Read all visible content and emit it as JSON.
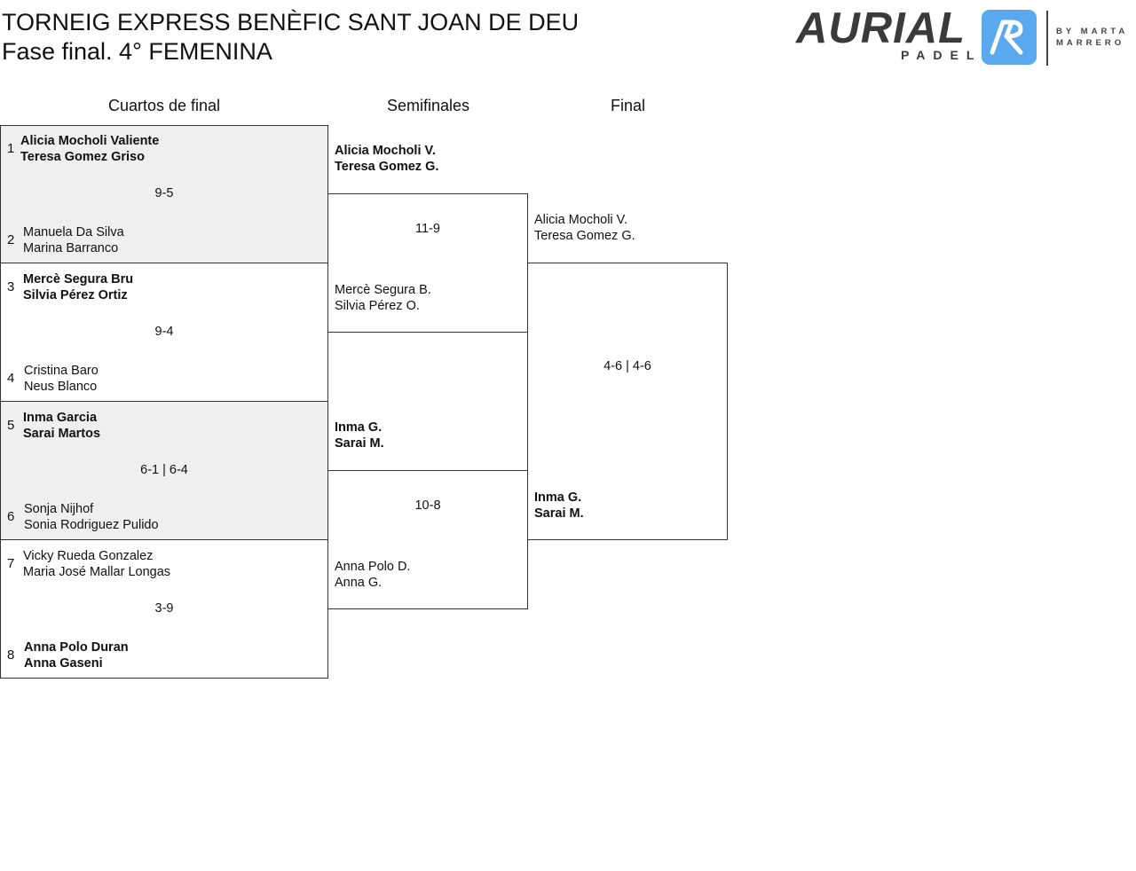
{
  "header": {
    "title": "TORNEIG EXPRESS BENÈFIC SANT JOAN DE DEU",
    "subtitle": "Fase final. 4° FEMENINA"
  },
  "logo": {
    "brand": "AURIAL",
    "sub": "PADEL",
    "by": "BY MARTA",
    "name": "MARRERO",
    "color": "#5aa9ee"
  },
  "rounds": {
    "quarterfinals": "Cuartos de final",
    "semifinals": "Semifinales",
    "final": "Final"
  },
  "quarterfinals": [
    {
      "score": "9-5",
      "top": {
        "seed": "1",
        "p1": "Alicia Mocholi Valiente",
        "p2": "Teresa Gomez Griso"
      },
      "bottom": {
        "seed": "2",
        "p1": "Manuela Da Silva",
        "p2": "Marina Barranco"
      }
    },
    {
      "score": "9-4",
      "top": {
        "seed": "3",
        "p1": "Mercè Segura Bru",
        "p2": "Silvia Pérez Ortiz"
      },
      "bottom": {
        "seed": "4",
        "p1": "Cristina Baro",
        "p2": "Neus Blanco"
      }
    },
    {
      "score": "6-1 | 6-4",
      "top": {
        "seed": "5",
        "p1": "Inma Garcia",
        "p2": "Sarai Martos"
      },
      "bottom": {
        "seed": "6",
        "p1": "Sonja Nijhof",
        "p2": "Sonia Rodriguez Pulido"
      }
    },
    {
      "score": "3-9",
      "top": {
        "seed": "7",
        "p1": "Vicky Rueda Gonzalez",
        "p2": "Maria José Mallar Longas"
      },
      "bottom": {
        "seed": "8",
        "p1": "Anna Polo Duran",
        "p2": "Anna Gaseni"
      }
    }
  ],
  "semifinals": [
    {
      "score": "11-9",
      "top": {
        "p1": "Alicia Mocholi V.",
        "p2": "Teresa Gomez G."
      },
      "bottom": {
        "p1": "Mercè Segura B.",
        "p2": "Silvia Pérez O."
      }
    },
    {
      "score": "10-8",
      "top": {
        "p1": "Inma G.",
        "p2": "Sarai M."
      },
      "bottom": {
        "p1": "Anna Polo D.",
        "p2": "Anna G."
      }
    }
  ],
  "final": {
    "score": "4-6 | 4-6",
    "top": {
      "p1": "Alicia Mocholi V.",
      "p2": "Teresa Gomez G."
    },
    "bottom": {
      "p1": "Inma G.",
      "p2": "Sarai M."
    }
  }
}
